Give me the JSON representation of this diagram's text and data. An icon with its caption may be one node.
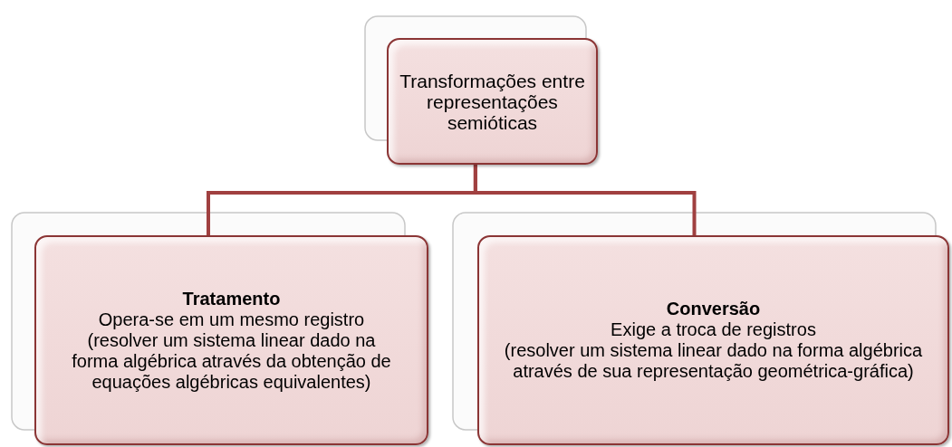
{
  "diagram": {
    "nodes": [
      {
        "text": [
          "Transformações entre representações semióticas"
        ]
      },
      {
        "text": [
          "Tratamento",
          "Opera-se em um mesmo registro",
          "(resolver um sistema linear dado na forma algébrica através da obtenção de equações algébricas equivalentes)"
        ]
      },
      {
        "text": [
          "Conversão",
          "Exige a troca de registros",
          "(resolver um sistema linear dado na forma algébrica através de sua representação geométrica-gráfica)"
        ]
      }
    ],
    "edges": [
      {
        "from": 0,
        "to": 1,
        "arrow": "none"
      },
      {
        "from": 0,
        "to": 2,
        "arrow": "none"
      }
    ]
  }
}
